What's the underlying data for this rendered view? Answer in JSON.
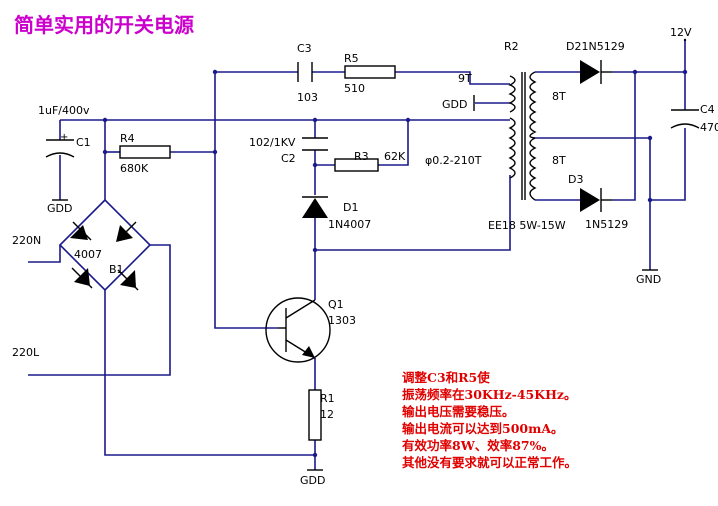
{
  "title": "简单实用的开关电源",
  "labels": {
    "c3": "C3",
    "c3_val": "103",
    "r5": "R5",
    "r5_val": "510",
    "r2": "R2",
    "d2": "D21N5129",
    "v12": "12V",
    "c1_rating": "1uF/400v",
    "c1": "C1",
    "r4": "R4",
    "r4_val": "680K",
    "gdd_c1": "GDD",
    "c2_val": "102/1KV",
    "c2": "C2",
    "r3": "R3",
    "r3_val": "62K",
    "winding_9t": "9T",
    "gdd_t": "GDD",
    "winding_8t_top": "8T",
    "winding_8t_bot": "8T",
    "primary": "φ0.2-210T",
    "c4": "C4",
    "c4_val": "470",
    "d3": "D3",
    "d3_val": "1N5129",
    "d1": "D1",
    "d1_val": "1N4007",
    "core": "EE18 5W-15W",
    "gnd": "GND",
    "ac_n": "220N",
    "bridge_val": "4007",
    "bridge": "B1",
    "q1": "Q1",
    "q1_val": "1303",
    "ac_l": "220L",
    "r1": "R1",
    "r1_val": "12",
    "gdd_bottom": "GDD"
  },
  "notes": [
    "调整C3和R5使",
    "振荡频率在30KHz-45KHz。",
    "输出电压需要稳压。",
    "输出电流可以达到500mA。",
    "有效功率8W、效率87%。",
    "其他没有要求就可以正常工作。"
  ]
}
